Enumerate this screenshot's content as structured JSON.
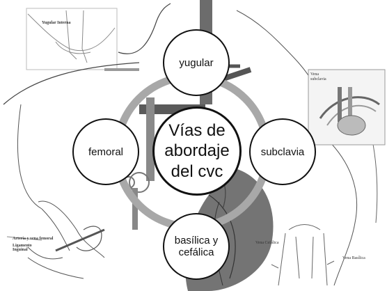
{
  "diagram": {
    "center_label": "Vías de abordaje del cvc",
    "nodes": [
      {
        "id": "yugular",
        "label": "yugular"
      },
      {
        "id": "subclavia",
        "label": "subclavia"
      },
      {
        "id": "basilica",
        "label": "basílica y cefálica"
      },
      {
        "id": "femoral",
        "label": "femoral"
      }
    ]
  },
  "background_labels": {
    "yugular_interna": "Yugular Interna",
    "vena_subclavia": "Vena subclavia",
    "arteria_femoral": "Arteria y vena femoral",
    "ligamento": "Ligamento Inguinal",
    "vena_cefalica": "Vena Cefálica",
    "vena_basilica": "Vena Basílica"
  },
  "colors": {
    "ring": "#a8a8a8",
    "node_border": "#111111",
    "node_fill": "#ffffff",
    "sketch": "#7a7a7a"
  }
}
